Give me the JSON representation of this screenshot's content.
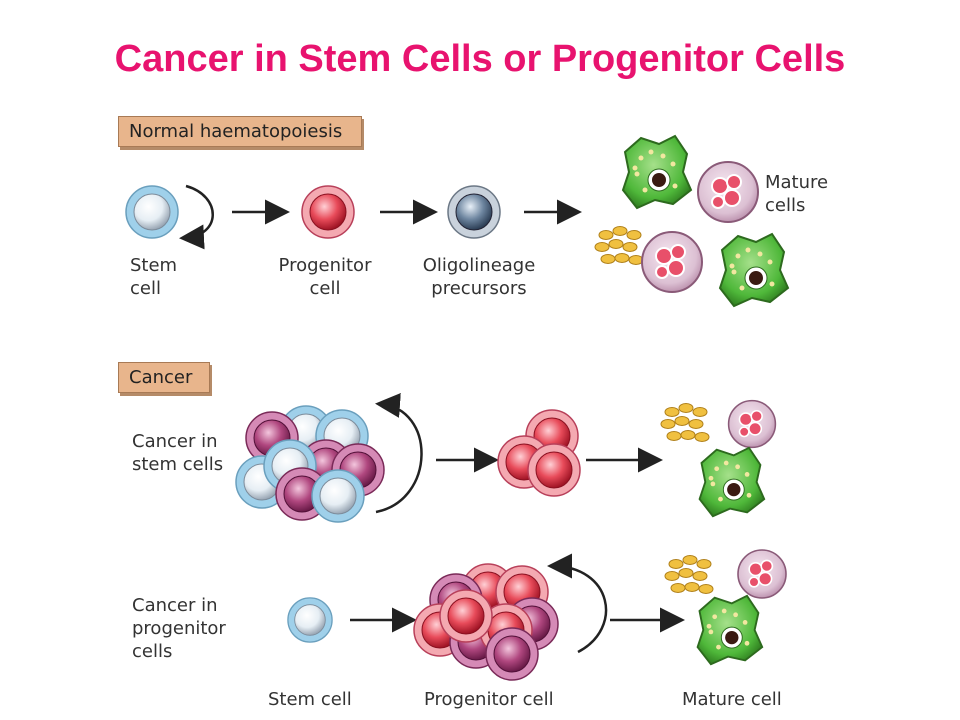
{
  "title": "Cancer in Stem Cells or Progenitor Cells",
  "normal": {
    "label": "Normal haematopoiesis",
    "stem_1": "Stem",
    "stem_2": "cell",
    "progenitor_1": "Progenitor",
    "progenitor_2": "cell",
    "oligo_1": "Oligolineage",
    "oligo_2": "precursors",
    "mature_1": "Mature",
    "mature_2": "cells"
  },
  "cancer": {
    "label": "Cancer",
    "stem_1": "Cancer in",
    "stem_2": "stem cells",
    "prog_1": "Cancer in",
    "prog_2": "progenitor",
    "prog_3": "cells"
  },
  "footer": {
    "stem": "Stem cell",
    "progenitor": "Progenitor cell",
    "mature": "Mature cell"
  },
  "colors": {
    "title": "#e8136f",
    "stem": "#9fd0ea",
    "progenitor": "#e83a4a",
    "cancer_purple": "#b0477f",
    "oligo": "#5e7690",
    "macrophage": "#4fb83a",
    "granulocyte": "#c98bb0",
    "platelet": "#e8b830"
  }
}
